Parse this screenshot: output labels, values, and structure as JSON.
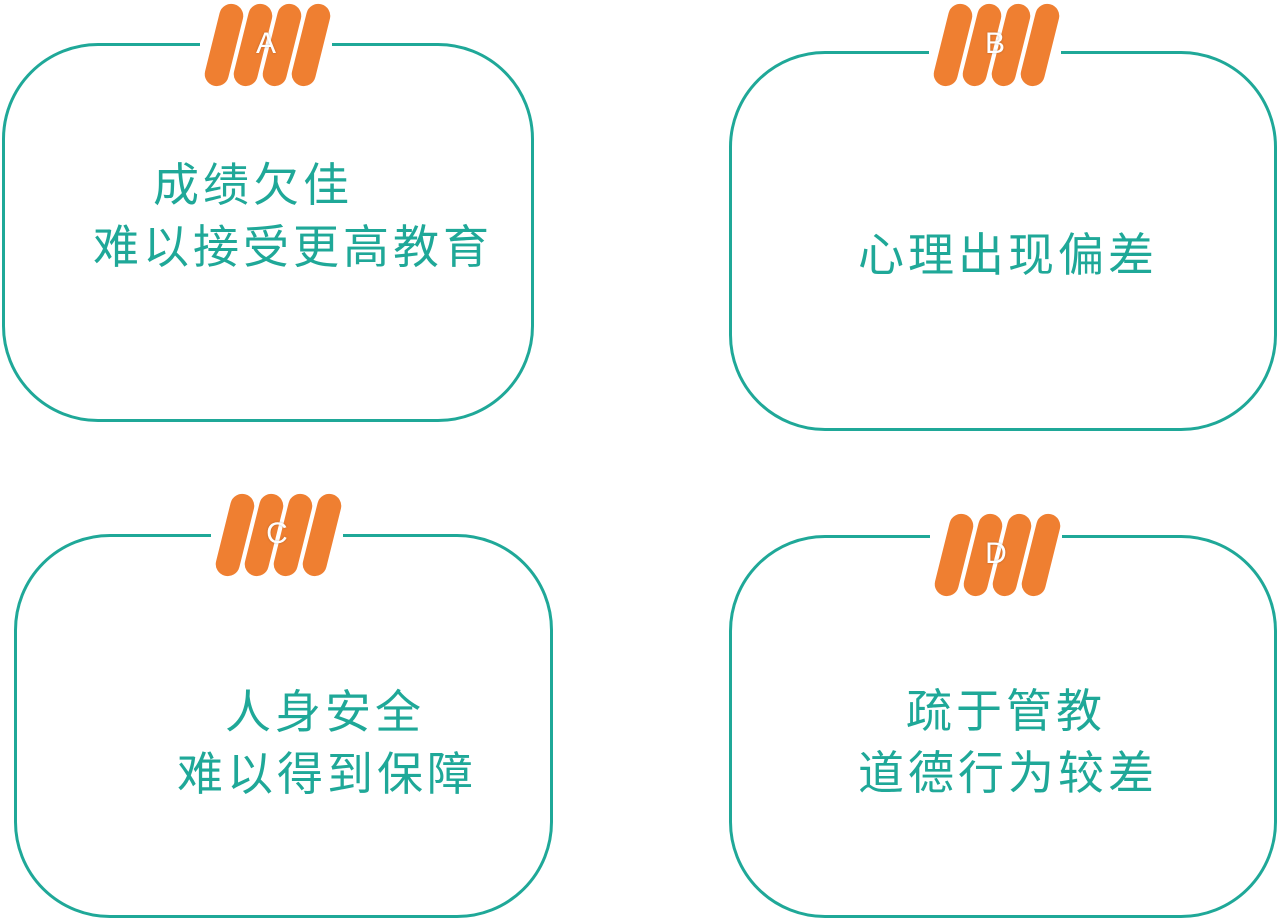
{
  "colors": {
    "card_border": "#1fa898",
    "card_text": "#1fa898",
    "clip_fill": "#ef7f31",
    "clip_label": "#ffffff"
  },
  "cards": [
    {
      "label": "A",
      "lines": [
        "成绩欠佳",
        "难以接受更高教育"
      ]
    },
    {
      "label": "B",
      "lines": [
        "心理出现偏差"
      ]
    },
    {
      "label": "C",
      "lines": [
        "人身安全",
        "难以得到保障"
      ]
    },
    {
      "label": "D",
      "lines": [
        "疏于管教",
        "道德行为较差"
      ]
    }
  ]
}
